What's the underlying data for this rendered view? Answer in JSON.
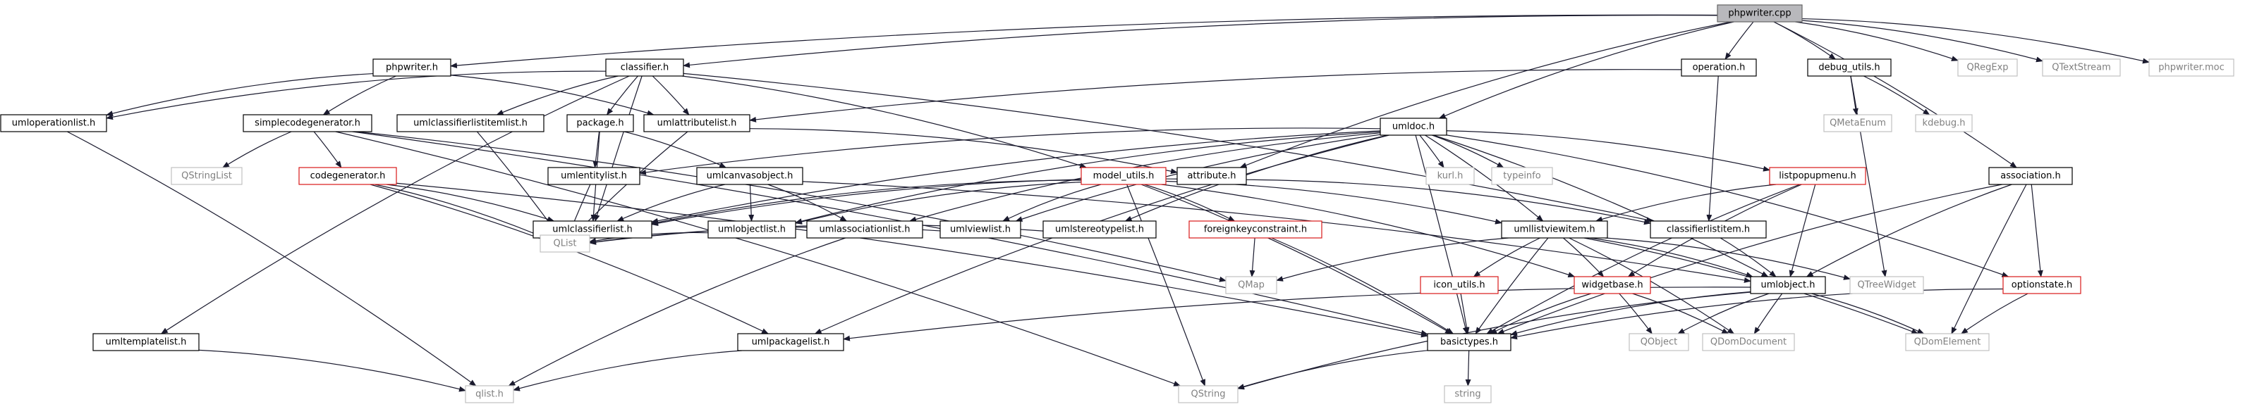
{
  "diagram": {
    "nodes": [
      {
        "id": "phpwriter_cpp",
        "label": "phpwriter.cpp",
        "style": "root"
      },
      {
        "id": "phpwriter_h",
        "label": "phpwriter.h",
        "style": "black"
      },
      {
        "id": "classifier_h",
        "label": "classifier.h",
        "style": "black"
      },
      {
        "id": "operation_h",
        "label": "operation.h",
        "style": "black"
      },
      {
        "id": "debug_utils_h",
        "label": "debug_utils.h",
        "style": "black"
      },
      {
        "id": "QRegExp",
        "label": "QRegExp",
        "style": "gray"
      },
      {
        "id": "QTextStream",
        "label": "QTextStream",
        "style": "gray"
      },
      {
        "id": "phpwriter_moc",
        "label": "phpwriter.moc",
        "style": "gray"
      },
      {
        "id": "umloperationlist_h",
        "label": "umloperationlist.h",
        "style": "black"
      },
      {
        "id": "simplecodegenerator_h",
        "label": "simplecodegenerator.h",
        "style": "black"
      },
      {
        "id": "umlclassifierlistitemlist_h",
        "label": "umlclassifierlistitemlist.h",
        "style": "black"
      },
      {
        "id": "package_h",
        "label": "package.h",
        "style": "black"
      },
      {
        "id": "umlattributelist_h",
        "label": "umlattributelist.h",
        "style": "black"
      },
      {
        "id": "QMetaEnum",
        "label": "QMetaEnum",
        "style": "gray"
      },
      {
        "id": "kdebug_h",
        "label": "kdebug.h",
        "style": "gray"
      },
      {
        "id": "umldoc_h",
        "label": "umldoc.h",
        "style": "black"
      },
      {
        "id": "kurl_h",
        "label": "kurl.h",
        "style": "gray"
      },
      {
        "id": "typeinfo",
        "label": "typeinfo",
        "style": "gray"
      },
      {
        "id": "QStringList",
        "label": "QStringList",
        "style": "gray"
      },
      {
        "id": "codegenerator_h",
        "label": "codegenerator.h",
        "style": "red"
      },
      {
        "id": "umlentitylist_h",
        "label": "umlentitylist.h",
        "style": "black"
      },
      {
        "id": "umlcanvasobject_h",
        "label": "umlcanvasobject.h",
        "style": "black"
      },
      {
        "id": "model_utils_h",
        "label": "model_utils.h",
        "style": "red"
      },
      {
        "id": "attribute_h",
        "label": "attribute.h",
        "style": "black"
      },
      {
        "id": "listpopupmenu_h",
        "label": "listpopupmenu.h",
        "style": "red"
      },
      {
        "id": "association_h",
        "label": "association.h",
        "style": "black"
      },
      {
        "id": "umlclassifierlist_h",
        "label": "umlclassifierlist.h",
        "style": "black"
      },
      {
        "id": "umlobjectlist_h",
        "label": "umlobjectlist.h",
        "style": "black"
      },
      {
        "id": "umlassociationlist_h",
        "label": "umlassociationlist.h",
        "style": "black"
      },
      {
        "id": "umlviewlist_h",
        "label": "umlviewlist.h",
        "style": "black"
      },
      {
        "id": "umlstereotypelist_h",
        "label": "umlstereotypelist.h",
        "style": "black"
      },
      {
        "id": "foreignkeyconstraint_h",
        "label": "foreignkeyconstraint.h",
        "style": "red"
      },
      {
        "id": "umllistviewitem_h",
        "label": "umllistviewitem.h",
        "style": "black"
      },
      {
        "id": "classifierlistitem_h",
        "label": "classifierlistitem.h",
        "style": "black"
      },
      {
        "id": "QList",
        "label": "QList",
        "style": "gray"
      },
      {
        "id": "QMap",
        "label": "QMap",
        "style": "gray"
      },
      {
        "id": "icon_utils_h",
        "label": "icon_utils.h",
        "style": "red"
      },
      {
        "id": "widgetbase_h",
        "label": "widgetbase.h",
        "style": "red"
      },
      {
        "id": "umlobject_h",
        "label": "umlobject.h",
        "style": "black"
      },
      {
        "id": "QTreeWidget",
        "label": "QTreeWidget",
        "style": "gray"
      },
      {
        "id": "optionstate_h",
        "label": "optionstate.h",
        "style": "red"
      },
      {
        "id": "umltemplatelist_h",
        "label": "umltemplatelist.h",
        "style": "black"
      },
      {
        "id": "umlpackagelist_h",
        "label": "umlpackagelist.h",
        "style": "black"
      },
      {
        "id": "basictypes_h",
        "label": "basictypes.h",
        "style": "black"
      },
      {
        "id": "QObject",
        "label": "QObject",
        "style": "gray"
      },
      {
        "id": "QDomDocument",
        "label": "QDomDocument",
        "style": "gray"
      },
      {
        "id": "QDomElement",
        "label": "QDomElement",
        "style": "gray"
      },
      {
        "id": "qlist_h",
        "label": "qlist.h",
        "style": "gray"
      },
      {
        "id": "QString",
        "label": "QString",
        "style": "gray"
      },
      {
        "id": "string",
        "label": "string",
        "style": "gray"
      }
    ],
    "edges": [
      [
        "phpwriter_cpp",
        "phpwriter_h"
      ],
      [
        "phpwriter_cpp",
        "classifier_h"
      ],
      [
        "phpwriter_cpp",
        "operation_h"
      ],
      [
        "phpwriter_cpp",
        "debug_utils_h"
      ],
      [
        "phpwriter_cpp",
        "QRegExp"
      ],
      [
        "phpwriter_cpp",
        "QTextStream"
      ],
      [
        "phpwriter_cpp",
        "phpwriter_moc"
      ],
      [
        "phpwriter_cpp",
        "umldoc_h"
      ],
      [
        "phpwriter_cpp",
        "attribute_h"
      ],
      [
        "phpwriter_cpp",
        "association_h"
      ],
      [
        "phpwriter_h",
        "umloperationlist_h"
      ],
      [
        "phpwriter_h",
        "simplecodegenerator_h"
      ],
      [
        "phpwriter_h",
        "umlattributelist_h"
      ],
      [
        "classifier_h",
        "umloperationlist_h"
      ],
      [
        "classifier_h",
        "umlclassifierlistitemlist_h"
      ],
      [
        "classifier_h",
        "package_h"
      ],
      [
        "classifier_h",
        "umlattributelist_h"
      ],
      [
        "classifier_h",
        "model_utils_h"
      ],
      [
        "classifier_h",
        "classifierlistitem_h"
      ],
      [
        "classifier_h",
        "umltemplatelist_h"
      ],
      [
        "classifier_h",
        "umlclassifierlist_h"
      ],
      [
        "operation_h",
        "umlattributelist_h"
      ],
      [
        "operation_h",
        "classifierlistitem_h"
      ],
      [
        "debug_utils_h",
        "QMetaEnum"
      ],
      [
        "debug_utils_h",
        "kdebug_h"
      ],
      [
        "debug_utils_h",
        "QTreeWidget"
      ],
      [
        "umloperationlist_h",
        "qlist_h"
      ],
      [
        "simplecodegenerator_h",
        "QStringList"
      ],
      [
        "simplecodegenerator_h",
        "codegenerator_h"
      ],
      [
        "simplecodegenerator_h",
        "QMap"
      ],
      [
        "simplecodegenerator_h",
        "basictypes_h"
      ],
      [
        "simplecodegenerator_h",
        "QString"
      ],
      [
        "umlclassifierlistitemlist_h",
        "QList"
      ],
      [
        "package_h",
        "umlentitylist_h"
      ],
      [
        "package_h",
        "umlcanvasobject_h"
      ],
      [
        "package_h",
        "umlclassifierlist_h"
      ],
      [
        "umlattributelist_h",
        "attribute_h"
      ],
      [
        "umlattributelist_h",
        "QList"
      ],
      [
        "umldoc_h",
        "kurl_h"
      ],
      [
        "umldoc_h",
        "typeinfo"
      ],
      [
        "umldoc_h",
        "umlentitylist_h"
      ],
      [
        "umldoc_h",
        "listpopupmenu_h"
      ],
      [
        "umldoc_h",
        "umlclassifierlist_h"
      ],
      [
        "umldoc_h",
        "umlobjectlist_h"
      ],
      [
        "umldoc_h",
        "umlassociationlist_h"
      ],
      [
        "umldoc_h",
        "umlviewlist_h"
      ],
      [
        "umldoc_h",
        "umlstereotypelist_h"
      ],
      [
        "umldoc_h",
        "umllistviewitem_h"
      ],
      [
        "umldoc_h",
        "basictypes_h"
      ],
      [
        "umldoc_h",
        "umlpackagelist_h"
      ],
      [
        "umldoc_h",
        "umlobject_h"
      ],
      [
        "umldoc_h",
        "optionstate_h"
      ],
      [
        "codegenerator_h",
        "umlclassifierlist_h"
      ],
      [
        "codegenerator_h",
        "QList"
      ],
      [
        "codegenerator_h",
        "basictypes_h"
      ],
      [
        "codegenerator_h",
        "umlpackagelist_h"
      ],
      [
        "umlentitylist_h",
        "QList"
      ],
      [
        "umlcanvasobject_h",
        "umlclassifierlist_h"
      ],
      [
        "umlcanvasobject_h",
        "umlobjectlist_h"
      ],
      [
        "umlcanvasobject_h",
        "umlassociationlist_h"
      ],
      [
        "umlcanvasobject_h",
        "umlobject_h"
      ],
      [
        "model_utils_h",
        "umlobjectlist_h"
      ],
      [
        "model_utils_h",
        "umlviewlist_h"
      ],
      [
        "model_utils_h",
        "foreignkeyconstraint_h"
      ],
      [
        "model_utils_h",
        "umllistviewitem_h"
      ],
      [
        "model_utils_h",
        "basictypes_h"
      ],
      [
        "model_utils_h",
        "QString"
      ],
      [
        "model_utils_h",
        "widgetbase_h"
      ],
      [
        "model_utils_h",
        "umlclassifierlist_h"
      ],
      [
        "attribute_h",
        "classifierlistitem_h"
      ],
      [
        "attribute_h",
        "umlclassifierlist_h"
      ],
      [
        "listpopupmenu_h",
        "umllistviewitem_h"
      ],
      [
        "listpopupmenu_h",
        "widgetbase_h"
      ],
      [
        "listpopupmenu_h",
        "umlobject_h"
      ],
      [
        "listpopupmenu_h",
        "basictypes_h"
      ],
      [
        "association_h",
        "umlobject_h"
      ],
      [
        "association_h",
        "optionstate_h"
      ],
      [
        "association_h",
        "QDomElement"
      ],
      [
        "association_h",
        "basictypes_h"
      ],
      [
        "umlclassifierlist_h",
        "QList"
      ],
      [
        "umlobjectlist_h",
        "QList"
      ],
      [
        "umlassociationlist_h",
        "qlist_h"
      ],
      [
        "umlviewlist_h",
        "QList"
      ],
      [
        "umlstereotypelist_h",
        "QList"
      ],
      [
        "foreignkeyconstraint_h",
        "QMap"
      ],
      [
        "foreignkeyconstraint_h",
        "basictypes_h"
      ],
      [
        "umllistviewitem_h",
        "QMap"
      ],
      [
        "umllistviewitem_h",
        "icon_utils_h"
      ],
      [
        "umllistviewitem_h",
        "widgetbase_h"
      ],
      [
        "umllistviewitem_h",
        "umlobject_h"
      ],
      [
        "umllistviewitem_h",
        "QTreeWidget"
      ],
      [
        "umllistviewitem_h",
        "QDomDocument"
      ],
      [
        "umllistviewitem_h",
        "basictypes_h"
      ],
      [
        "umllistviewitem_h",
        "QDomElement"
      ],
      [
        "classifierlistitem_h",
        "umlobject_h"
      ],
      [
        "icon_utils_h",
        "basictypes_h"
      ],
      [
        "widgetbase_h",
        "basictypes_h"
      ],
      [
        "widgetbase_h",
        "QObject"
      ],
      [
        "widgetbase_h",
        "QDomDocument"
      ],
      [
        "umlobject_h",
        "umlpackagelist_h"
      ],
      [
        "umlobject_h",
        "basictypes_h"
      ],
      [
        "umlobject_h",
        "QObject"
      ],
      [
        "umlobject_h",
        "QDomDocument"
      ],
      [
        "umlobject_h",
        "QDomElement"
      ],
      [
        "umlobject_h",
        "QString"
      ],
      [
        "optionstate_h",
        "basictypes_h"
      ],
      [
        "optionstate_h",
        "QDomElement"
      ],
      [
        "umltemplatelist_h",
        "qlist_h"
      ],
      [
        "umlpackagelist_h",
        "qlist_h"
      ],
      [
        "basictypes_h",
        "QString"
      ],
      [
        "basictypes_h",
        "string"
      ]
    ]
  }
}
